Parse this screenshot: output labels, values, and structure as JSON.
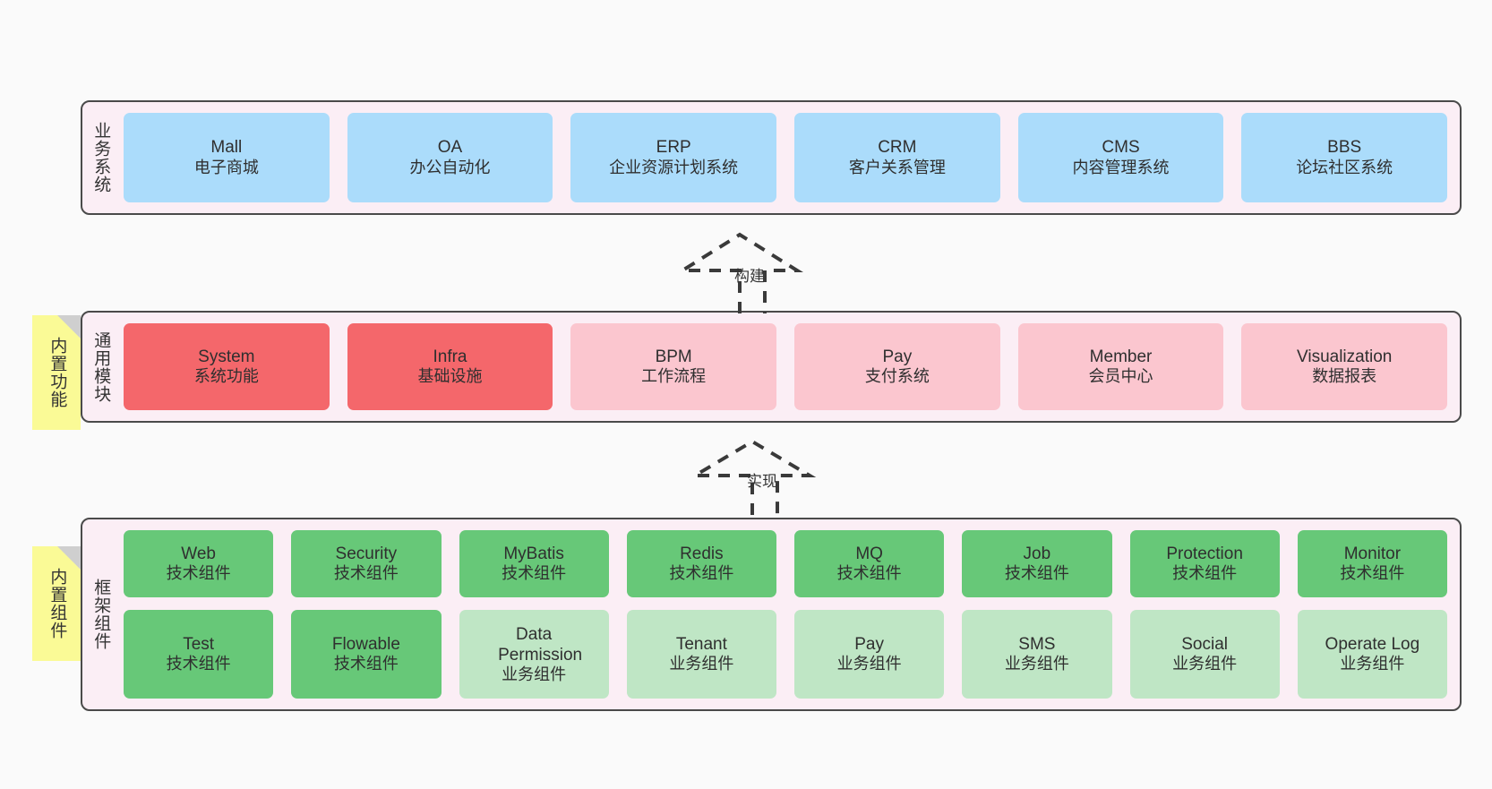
{
  "diagram": {
    "background": "#fafafa",
    "band_fill": "#fbeef5",
    "band_border": "#4a4a4a",
    "sticky_fill": "#fafa96",
    "colors": {
      "business": "#abdcfb",
      "module_core": "#f4676b",
      "module_soft": "#fbc6cf",
      "tech_component": "#67c878",
      "biz_component": "#bfe6c5"
    }
  },
  "layers": {
    "business": {
      "caption": "业务系统",
      "items": [
        {
          "en": "Mall",
          "cn": "电子商城"
        },
        {
          "en": "OA",
          "cn": "办公自动化"
        },
        {
          "en": "ERP",
          "cn": "企业资源计划系统"
        },
        {
          "en": "CRM",
          "cn": "客户关系管理"
        },
        {
          "en": "CMS",
          "cn": "内容管理系统"
        },
        {
          "en": "BBS",
          "cn": "论坛社区系统"
        }
      ]
    },
    "modules": {
      "caption": "通用模块",
      "sticky": "内置功能",
      "items": [
        {
          "en": "System",
          "cn": "系统功能",
          "tone": "core"
        },
        {
          "en": "Infra",
          "cn": "基础设施",
          "tone": "core"
        },
        {
          "en": "BPM",
          "cn": "工作流程",
          "tone": "soft"
        },
        {
          "en": "Pay",
          "cn": "支付系统",
          "tone": "soft"
        },
        {
          "en": "Member",
          "cn": "会员中心",
          "tone": "soft"
        },
        {
          "en": "Visualization",
          "cn": "数据报表",
          "tone": "soft"
        }
      ]
    },
    "framework": {
      "caption": "框架组件",
      "sticky": "内置组件",
      "row_top": [
        {
          "en": "Web",
          "cn": "技术组件"
        },
        {
          "en": "Security",
          "cn": "技术组件"
        },
        {
          "en": "MyBatis",
          "cn": "技术组件"
        },
        {
          "en": "Redis",
          "cn": "技术组件"
        },
        {
          "en": "MQ",
          "cn": "技术组件"
        },
        {
          "en": "Job",
          "cn": "技术组件"
        },
        {
          "en": "Protection",
          "cn": "技术组件"
        },
        {
          "en": "Monitor",
          "cn": "技术组件"
        }
      ],
      "row_bottom": [
        {
          "en": "Test",
          "cn": "技术组件",
          "tone": "tech"
        },
        {
          "en": "Flowable",
          "cn": "技术组件",
          "tone": "tech"
        },
        {
          "en": "Data Permission",
          "cn": "业务组件",
          "tone": "biz"
        },
        {
          "en": "Tenant",
          "cn": "业务组件",
          "tone": "biz"
        },
        {
          "en": "Pay",
          "cn": "业务组件",
          "tone": "biz"
        },
        {
          "en": "SMS",
          "cn": "业务组件",
          "tone": "biz"
        },
        {
          "en": "Social",
          "cn": "业务组件",
          "tone": "biz"
        },
        {
          "en": "Operate Log",
          "cn": "业务组件",
          "tone": "biz"
        }
      ]
    }
  },
  "connectors": [
    {
      "label": "构建"
    },
    {
      "label": "实现"
    }
  ]
}
